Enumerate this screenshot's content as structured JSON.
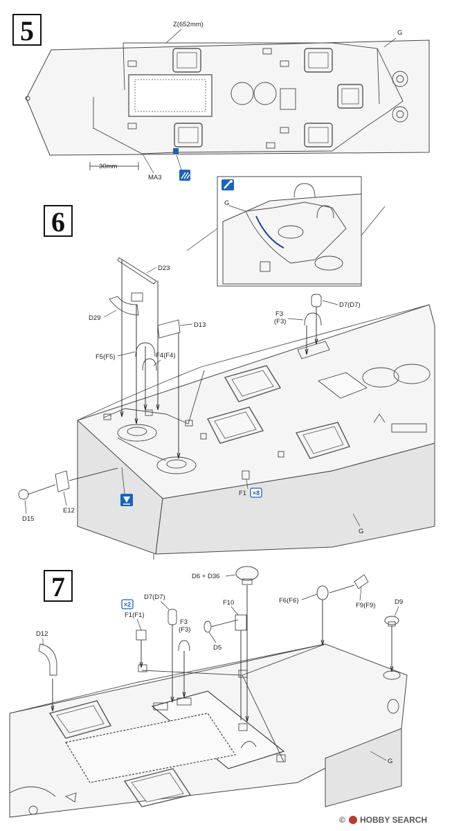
{
  "steps": {
    "step5": {
      "number": "5",
      "labels": {
        "z_wire": "Z(652mm)",
        "g": "G",
        "ma3": "MA3",
        "dimension": "30mm"
      }
    },
    "step6": {
      "number": "6",
      "labels": {
        "d23": "D23",
        "d29": "D29",
        "d13": "D13",
        "f5": "F5(F5)",
        "f4": "F4(F4)",
        "d7": "D7(D7)",
        "f3": "F3",
        "f3_alt": "(F3)",
        "g_inset": "G",
        "d15": "D15",
        "e12": "E12",
        "f1": "F1",
        "f1_count": "×8",
        "g": "G"
      }
    },
    "step7": {
      "number": "7",
      "labels": {
        "d6_d36": "D6 + D36",
        "d7": "D7(D7)",
        "f1_count": "×2",
        "f1": "F1(F1)",
        "f3": "F3",
        "f3_alt": "(F3)",
        "f10": "F10",
        "d5": "D5",
        "f6": "F6(F6)",
        "f9": "F9(F9)",
        "d9": "D9",
        "d12": "D12",
        "g": "G"
      }
    }
  },
  "watermark": {
    "text": "HOBBY SEARCH",
    "prefix": "©"
  },
  "icons": {
    "paint": "paint-icon",
    "glue": "glue-icon",
    "cut": "cut-icon"
  },
  "colors": {
    "line": "#444444",
    "accent": "#1565c0"
  }
}
